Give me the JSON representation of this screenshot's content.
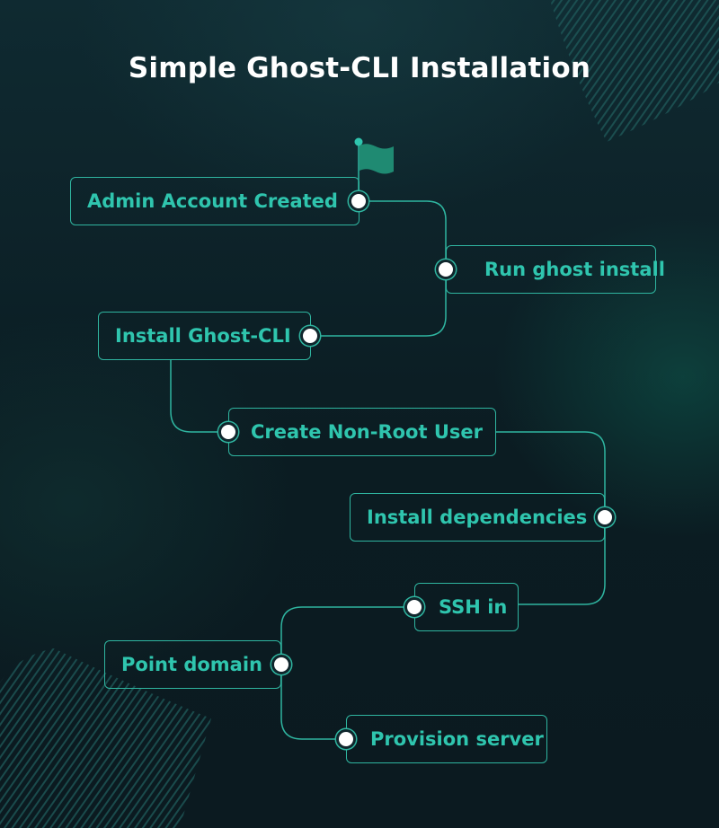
{
  "title": "Simple Ghost-CLI Installation",
  "colors": {
    "accent": "#2fc5ae",
    "line": "#2fb5a0",
    "background": "#0b1c22",
    "flag": "#1f8a72"
  },
  "steps": [
    {
      "label": "Admin Account Created",
      "icon": "flag-icon"
    },
    {
      "label": "Run ghost install"
    },
    {
      "label": "Install Ghost-CLI"
    },
    {
      "label": "Create Non-Root User"
    },
    {
      "label": "Install dependencies"
    },
    {
      "label": "SSH in"
    },
    {
      "label": "Point domain"
    },
    {
      "label": "Provision server"
    }
  ]
}
